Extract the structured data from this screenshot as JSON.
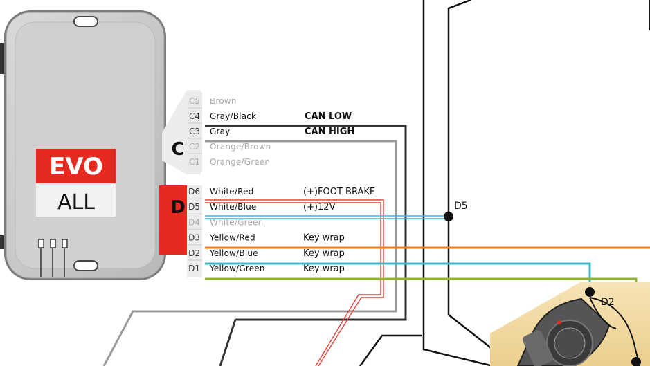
{
  "module": {
    "brand_top": "EVO",
    "brand_bottom": "ALL",
    "accent": "#e52b1f"
  },
  "connector_c": {
    "letter": "C",
    "pins": [
      {
        "pin": "C5",
        "wire": "Brown",
        "function": "",
        "active": false
      },
      {
        "pin": "C4",
        "wire": "Gray/Black",
        "function": "CAN LOW",
        "active": true
      },
      {
        "pin": "C3",
        "wire": "Gray",
        "function": "CAN HIGH",
        "active": true
      },
      {
        "pin": "C2",
        "wire": "Orange/Brown",
        "function": "",
        "active": false
      },
      {
        "pin": "C1",
        "wire": "Orange/Green",
        "function": "",
        "active": false
      }
    ]
  },
  "connector_d": {
    "letter": "D",
    "pins": [
      {
        "pin": "D6",
        "wire": "White/Red",
        "function": "(+)FOOT BRAKE",
        "active": true,
        "color": "#e8413a"
      },
      {
        "pin": "D5",
        "wire": "White/Blue",
        "function": "(+)12V",
        "active": true,
        "color": "#35b8e6"
      },
      {
        "pin": "D4",
        "wire": "White/Green",
        "function": "",
        "active": false
      },
      {
        "pin": "D3",
        "wire": "Yellow/Red",
        "function": "Key wrap",
        "active": true,
        "color": "#f07b18"
      },
      {
        "pin": "D2",
        "wire": "Yellow/Blue",
        "function": "Key wrap",
        "active": true,
        "color": "#3cb9c8"
      },
      {
        "pin": "D1",
        "wire": "Yellow/Green",
        "function": "Key wrap",
        "active": true,
        "color": "#8fb62a"
      }
    ]
  },
  "junctions": {
    "d5": "D5",
    "d2": "D2"
  }
}
